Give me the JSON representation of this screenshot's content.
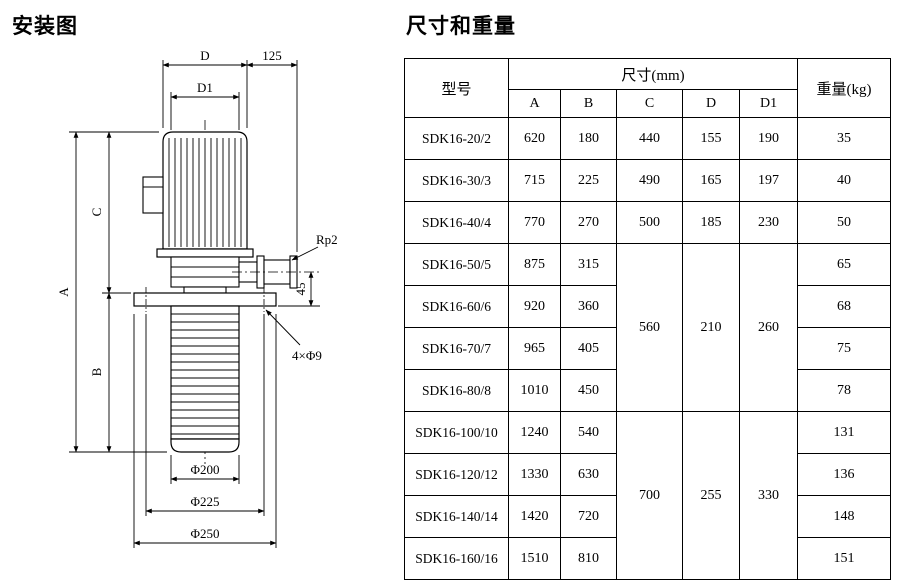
{
  "titles": {
    "installation": "安装图",
    "dimensions": "尺寸和重量"
  },
  "colors": {
    "ink": "#000000",
    "background": "#ffffff"
  },
  "diagram": {
    "labels": {
      "d": "D",
      "len125": "125",
      "d1": "D1",
      "a": "A",
      "b": "B",
      "c": "C",
      "rp2": "Rp2",
      "v45": "45",
      "bolt_holes": "4×Φ9",
      "phi200": "Φ200",
      "phi225": "Φ225",
      "phi250": "Φ250"
    }
  },
  "table": {
    "header": {
      "model": "型号",
      "size_group": "尺寸(mm)",
      "cols": [
        "A",
        "B",
        "C",
        "D",
        "D1"
      ],
      "weight": "重量(kg)"
    },
    "rows": [
      {
        "model": "SDK16-20/2",
        "a": "620",
        "b": "180",
        "c": "440",
        "d": "155",
        "d1": "190",
        "kg": "35"
      },
      {
        "model": "SDK16-30/3",
        "a": "715",
        "b": "225",
        "c": "490",
        "d": "165",
        "d1": "197",
        "kg": "40"
      },
      {
        "model": "SDK16-40/4",
        "a": "770",
        "b": "270",
        "c": "500",
        "d": "185",
        "d1": "230",
        "kg": "50"
      },
      {
        "model": "SDK16-50/5",
        "a": "875",
        "b": "315",
        "c": "560",
        "d": "210",
        "d1": "260",
        "kg": "65"
      },
      {
        "model": "SDK16-60/6",
        "a": "920",
        "b": "360",
        "kg": "68"
      },
      {
        "model": "SDK16-70/7",
        "a": "965",
        "b": "405",
        "kg": "75"
      },
      {
        "model": "SDK16-80/8",
        "a": "1010",
        "b": "450",
        "kg": "78"
      },
      {
        "model": "SDK16-100/10",
        "a": "1240",
        "b": "540",
        "c": "700",
        "d": "255",
        "d1": "330",
        "kg": "131"
      },
      {
        "model": "SDK16-120/12",
        "a": "1330",
        "b": "630",
        "kg": "136"
      },
      {
        "model": "SDK16-140/14",
        "a": "1420",
        "b": "720",
        "kg": "148"
      },
      {
        "model": "SDK16-160/16",
        "a": "1510",
        "b": "810",
        "kg": "151"
      }
    ]
  }
}
